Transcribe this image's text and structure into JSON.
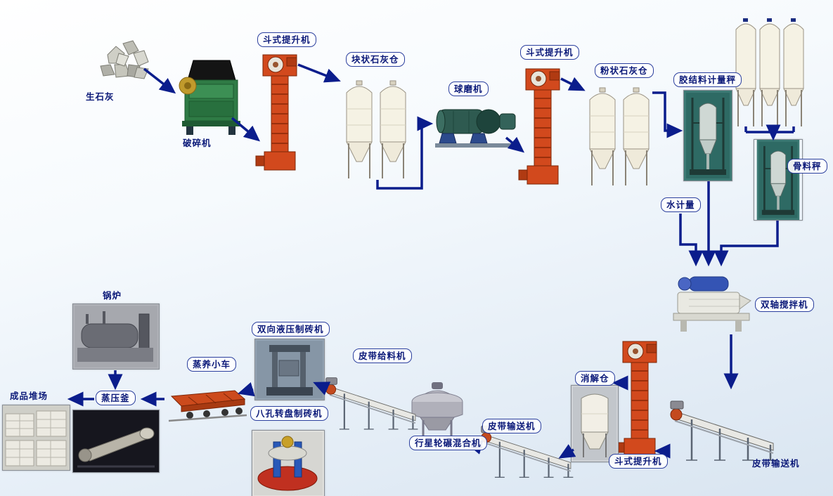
{
  "colors": {
    "arrow": "#0b1d8c",
    "label_text": "#0a1878",
    "label_border": "#2b3f9e",
    "elevator_red": "#d2491d",
    "crusher_green": "#2f7b45",
    "silo_cream": "#f5f2e4",
    "background_bottom": "#d9e5f1"
  },
  "nodes": [
    {
      "id": "quicklime",
      "label": "生石灰",
      "boxed": false
    },
    {
      "id": "crusher",
      "label": "破碎机",
      "boxed": false
    },
    {
      "id": "bucket-elevator-1",
      "label": "斗式提升机",
      "boxed": true
    },
    {
      "id": "lump-lime-silo",
      "label": "块状石灰仓",
      "boxed": true
    },
    {
      "id": "ball-mill",
      "label": "球磨机",
      "boxed": true
    },
    {
      "id": "bucket-elevator-2",
      "label": "斗式提升机",
      "boxed": true
    },
    {
      "id": "powder-lime-silo",
      "label": "粉状石灰仓",
      "boxed": true
    },
    {
      "id": "binder-scale",
      "label": "胶结料计量秤",
      "boxed": true
    },
    {
      "id": "aggregate-scale",
      "label": "骨料秤",
      "boxed": true
    },
    {
      "id": "water-meter",
      "label": "水计量",
      "boxed": true
    },
    {
      "id": "double-shaft-mixer",
      "label": "双轴搅拌机",
      "boxed": true
    },
    {
      "id": "belt-conveyor-right",
      "label": "皮带输送机",
      "boxed": false
    },
    {
      "id": "bucket-elevator-3",
      "label": "斗式提升机",
      "boxed": true
    },
    {
      "id": "digestion-silo",
      "label": "消解仓",
      "boxed": true
    },
    {
      "id": "belt-conveyor-mid",
      "label": "皮带输送机",
      "boxed": true
    },
    {
      "id": "planetary-mixer",
      "label": "行星轮碾混合机",
      "boxed": true
    },
    {
      "id": "belt-feeder",
      "label": "皮带给料机",
      "boxed": true
    },
    {
      "id": "hydraulic-brick-press",
      "label": "双向液压制砖机",
      "boxed": true
    },
    {
      "id": "rotary-brick-press",
      "label": "八孔转盘制砖机",
      "boxed": true
    },
    {
      "id": "steam-trolley",
      "label": "蒸养小车",
      "boxed": true
    },
    {
      "id": "autoclave",
      "label": "蒸压釜",
      "boxed": true
    },
    {
      "id": "product-yard",
      "label": "成品堆场",
      "boxed": false
    },
    {
      "id": "boiler",
      "label": "锅炉",
      "boxed": false
    }
  ],
  "flows": [
    {
      "from": "quicklime",
      "to": "crusher"
    },
    {
      "from": "crusher",
      "to": "bucket-elevator-1"
    },
    {
      "from": "bucket-elevator-1",
      "to": "lump-lime-silo"
    },
    {
      "from": "lump-lime-silo",
      "to": "ball-mill"
    },
    {
      "from": "ball-mill",
      "to": "bucket-elevator-2"
    },
    {
      "from": "bucket-elevator-2",
      "to": "powder-lime-silo"
    },
    {
      "from": "powder-lime-silo",
      "to": "binder-scale"
    },
    {
      "from": "storage-silos",
      "to": "aggregate-scale"
    },
    {
      "from": "binder-scale",
      "to": "double-shaft-mixer"
    },
    {
      "from": "water-meter",
      "to": "double-shaft-mixer"
    },
    {
      "from": "aggregate-scale",
      "to": "double-shaft-mixer"
    },
    {
      "from": "double-shaft-mixer",
      "to": "belt-conveyor-right"
    },
    {
      "from": "belt-conveyor-right",
      "to": "bucket-elevator-3"
    },
    {
      "from": "bucket-elevator-3",
      "to": "digestion-silo"
    },
    {
      "from": "digestion-silo",
      "to": "belt-conveyor-mid"
    },
    {
      "from": "belt-conveyor-mid",
      "to": "planetary-mixer"
    },
    {
      "from": "planetary-mixer",
      "to": "belt-feeder"
    },
    {
      "from": "belt-feeder",
      "to": "hydraulic-brick-press"
    },
    {
      "from": "brick-presses",
      "to": "steam-trolley"
    },
    {
      "from": "steam-trolley",
      "to": "autoclave"
    },
    {
      "from": "autoclave",
      "to": "product-yard"
    },
    {
      "from": "boiler",
      "to": "autoclave"
    }
  ]
}
